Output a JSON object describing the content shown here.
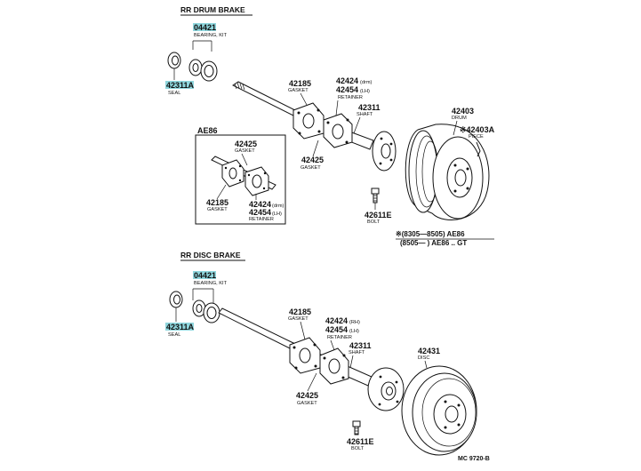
{
  "sections": {
    "drum": "RR DRUM BRAKE",
    "disc": "RR DISC BRAKE",
    "inset": "AE86"
  },
  "drum_labels": {
    "bearing_kit_pn": "04421",
    "bearing_kit_desc": "BEARING, KIT",
    "seal_pn": "42311A",
    "seal_desc": "SEAL",
    "gasket1_pn": "42185",
    "gasket1_desc": "GASKET",
    "retainer_pn1": "42424",
    "retainer_pn1_suffix": "(drm)",
    "retainer_pn2": "42454",
    "retainer_pn2_suffix": "(LH)",
    "retainer_desc": "RETAINER",
    "shaft_pn": "42311",
    "shaft_desc": "SHAFT",
    "gasket2_pn": "42425",
    "gasket2_desc": "GASKET",
    "drum_pn": "42403",
    "drum_desc": "DRUM",
    "piece_pn": "※42403A",
    "piece_desc": "PIECE",
    "bolt_pn": "42611E",
    "bolt_desc": "BOLT"
  },
  "inset_labels": {
    "gasket_pn": "42425",
    "gasket_desc": "GASKET",
    "gasket2_pn": "42185",
    "gasket2_desc": "GASKET",
    "retainer_pn1": "42424",
    "retainer_pn1_suffix": "(drm)",
    "retainer_pn2": "42454",
    "retainer_pn2_suffix": "(LH)",
    "retainer_desc": "RETAINER"
  },
  "footnote": {
    "line1": "※(8305—8505) AE86",
    "line2": "(8505—     ) AE86 .. GT"
  },
  "disc_labels": {
    "bearing_kit_pn": "04421",
    "bearing_kit_desc": "BEARING, KIT",
    "seal_pn": "42311A",
    "seal_desc": "SEAL",
    "gasket1_pn": "42185",
    "gasket1_desc": "GASKET",
    "retainer_pn1": "42424",
    "retainer_pn1_suffix": "(RH)",
    "retainer_pn2": "42454",
    "retainer_pn2_suffix": "(LH)",
    "retainer_desc": "RETAINER",
    "shaft_pn": "42311",
    "shaft_desc": "SHAFT",
    "disc_pn": "42431",
    "disc_desc": "DISC",
    "gasket2_pn": "42425",
    "gasket2_desc": "GASKET",
    "bolt_pn": "42611E",
    "bolt_desc": "BOLT"
  },
  "figure_code": "MC 9720-B"
}
